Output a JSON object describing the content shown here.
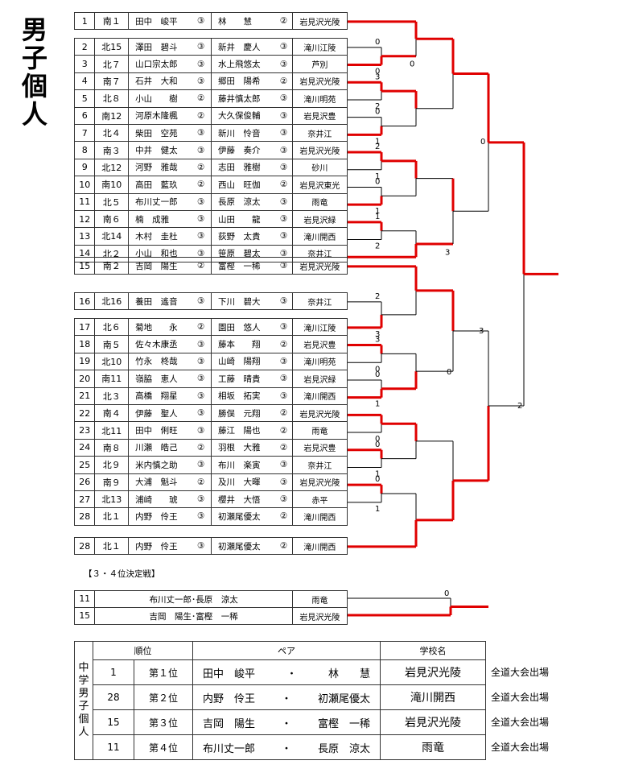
{
  "title_chars": [
    "男",
    "子",
    "個",
    "人"
  ],
  "entries": [
    {
      "no": "1",
      "seed": "南１",
      "p1": "田中　峻平",
      "g1": "③",
      "p2": "林　　慧",
      "g2": "②",
      "school": "岩見沢光陵"
    },
    {
      "no": "2",
      "seed": "北15",
      "p1": "澤田　碧斗",
      "g1": "③",
      "p2": "新井　慶人",
      "g2": "③",
      "school": "滝川江陵"
    },
    {
      "no": "3",
      "seed": "北７",
      "p1": "山口宗太郎",
      "g1": "③",
      "p2": "水上飛悠太",
      "g2": "③",
      "school": "芦別"
    },
    {
      "no": "4",
      "seed": "南７",
      "p1": "石井　大和",
      "g1": "③",
      "p2": "郷田　陽希",
      "g2": "②",
      "school": "岩見沢光陵"
    },
    {
      "no": "5",
      "seed": "北８",
      "p1": "小山　　樹",
      "g1": "②",
      "p2": "藤井慎太郎",
      "g2": "③",
      "school": "滝川明苑"
    },
    {
      "no": "6",
      "seed": "南12",
      "p1": "河原木隆楓",
      "g1": "②",
      "p2": "大久保俊輔",
      "g2": "③",
      "school": "岩見沢豊"
    },
    {
      "no": "7",
      "seed": "北４",
      "p1": "柴田　空苑",
      "g1": "③",
      "p2": "新川　怜音",
      "g2": "③",
      "school": "奈井江"
    },
    {
      "no": "8",
      "seed": "南３",
      "p1": "中井　健太",
      "g1": "③",
      "p2": "伊藤　奏介",
      "g2": "③",
      "school": "岩見沢光陵"
    },
    {
      "no": "9",
      "seed": "北12",
      "p1": "河野　雅哉",
      "g1": "②",
      "p2": "志田　雅樹",
      "g2": "③",
      "school": "砂川"
    },
    {
      "no": "10",
      "seed": "南10",
      "p1": "高田　藍玖",
      "g1": "②",
      "p2": "西山　旺伽",
      "g2": "②",
      "school": "岩見沢東光"
    },
    {
      "no": "11",
      "seed": "北５",
      "p1": "布川丈一郎",
      "g1": "③",
      "p2": "長原　涼太",
      "g2": "③",
      "school": "雨竜"
    },
    {
      "no": "12",
      "seed": "南６",
      "p1": "楠　成雅",
      "g1": "③",
      "p2": "山田　　龍",
      "g2": "③",
      "school": "岩見沢緑"
    },
    {
      "no": "13",
      "seed": "北14",
      "p1": "木村　圭杜",
      "g1": "③",
      "p2": "荻野　太貴",
      "g2": "③",
      "school": "滝川開西"
    },
    {
      "no": "14",
      "seed": "北２",
      "p1": "小山　和也",
      "g1": "③",
      "p2": "笹原　碧太",
      "g2": "③",
      "school": "奈井江"
    },
    {
      "no": "15",
      "seed": "南２",
      "p1": "吉岡　陽生",
      "g1": "②",
      "p2": "富樫　一稀",
      "g2": "③",
      "school": "岩見沢光陵"
    },
    {
      "no": "16",
      "seed": "北16",
      "p1": "養田　遙音",
      "g1": "③",
      "p2": "下川　碧大",
      "g2": "③",
      "school": "奈井江"
    },
    {
      "no": "17",
      "seed": "北６",
      "p1": "菊地　　永",
      "g1": "②",
      "p2": "園田　悠人",
      "g2": "③",
      "school": "滝川江陵"
    },
    {
      "no": "18",
      "seed": "南５",
      "p1": "佐々木康丞",
      "g1": "③",
      "p2": "藤本　　翔",
      "g2": "②",
      "school": "岩見沢豊"
    },
    {
      "no": "19",
      "seed": "北10",
      "p1": "竹永　柊哉",
      "g1": "③",
      "p2": "山崎　陽翔",
      "g2": "③",
      "school": "滝川明苑"
    },
    {
      "no": "20",
      "seed": "南11",
      "p1": "嶺脇　恵人",
      "g1": "③",
      "p2": "工藤　晴貴",
      "g2": "③",
      "school": "岩見沢緑"
    },
    {
      "no": "21",
      "seed": "北３",
      "p1": "高橋　翔星",
      "g1": "③",
      "p2": "相坂　拓実",
      "g2": "③",
      "school": "滝川開西"
    },
    {
      "no": "22",
      "seed": "南４",
      "p1": "伊藤　聖人",
      "g1": "③",
      "p2": "勝俣　元翔",
      "g2": "②",
      "school": "岩見沢光陵"
    },
    {
      "no": "23",
      "seed": "北11",
      "p1": "田中　俐旺",
      "g1": "③",
      "p2": "藤江　陽也",
      "g2": "②",
      "school": "雨竜"
    },
    {
      "no": "24",
      "seed": "南８",
      "p1": "川瀬　皓己",
      "g1": "②",
      "p2": "羽根　大雅",
      "g2": "②",
      "school": "岩見沢豊"
    },
    {
      "no": "25",
      "seed": "北９",
      "p1": "米内慎之助",
      "g1": "③",
      "p2": "布川　楽寅",
      "g2": "③",
      "school": "奈井江"
    },
    {
      "no": "26",
      "seed": "南９",
      "p1": "大浦　魁斗",
      "g1": "②",
      "p2": "及川　大暉",
      "g2": "③",
      "school": "岩見沢光陵"
    },
    {
      "no": "27",
      "seed": "北13",
      "p1": "浦崎　　琥",
      "g1": "③",
      "p2": "櫻井　大悟",
      "g2": "③",
      "school": "赤平"
    },
    {
      "no": "28",
      "seed": "北１",
      "p1": "内野　伶王",
      "g1": "③",
      "p2": "初瀬尾優太",
      "g2": "②",
      "school": "滝川開西"
    }
  ],
  "scores": {
    "m2_3": {
      "top": "0",
      "bot": "0"
    },
    "m4_5": {
      "top": "3",
      "bot": "2"
    },
    "m6_7": {
      "top": "0",
      "bot": "1"
    },
    "m8_9": {
      "top": "2",
      "bot": "1"
    },
    "m10_11": {
      "top": "0",
      "bot": "1"
    },
    "m12_13": {
      "top": "1",
      "bot": "2"
    },
    "q_a": {
      "bot": "0"
    },
    "q_b": {
      "bot": "3"
    },
    "s_top": {
      "val": "0"
    },
    "m16_17": {
      "top": "2",
      "bot": "3"
    },
    "m18_19": {
      "top": "3",
      "bot": "0"
    },
    "m20_21": {
      "top": "0",
      "bot": "1"
    },
    "m22_23": {
      "bot": "0"
    },
    "m24_25": {
      "top": "0",
      "bot": "1"
    },
    "m26_27": {
      "top": "0",
      "bot": "1"
    },
    "q_c": {
      "val": "3"
    },
    "q_d": {
      "val": "0"
    },
    "s_bot": {
      "val": "2"
    },
    "third": {
      "val": "0"
    }
  },
  "third_place_label": "【３・４位決定戦】",
  "third_place": [
    {
      "no": "11",
      "pair": "布川丈一郎･長原　涼太",
      "school": "雨竜"
    },
    {
      "no": "15",
      "pair": "吉岡　陽生･富樫　一稀",
      "school": "岩見沢光陵"
    }
  ],
  "results": {
    "side_label": [
      "中",
      "学",
      "男",
      "子",
      "個",
      "人"
    ],
    "headers": {
      "rank": "順位",
      "pair": "ペア",
      "school": "学校名"
    },
    "rows": [
      {
        "no": "1",
        "rank": "第１位",
        "p1": "田中　峻平",
        "dot": "・",
        "p2": "林　　慧",
        "school": "岩見沢光陵",
        "note": "全道大会出場"
      },
      {
        "no": "28",
        "rank": "第２位",
        "p1": "内野　伶王",
        "dot": "・",
        "p2": "初瀬尾優太",
        "school": "滝川開西",
        "note": "全道大会出場"
      },
      {
        "no": "15",
        "rank": "第３位",
        "p1": "吉岡　陽生",
        "dot": "・",
        "p2": "富樫　一稀",
        "school": "岩見沢光陵",
        "note": "全道大会出場"
      },
      {
        "no": "11",
        "rank": "第４位",
        "p1": "布川丈一郎",
        "dot": "・",
        "p2": "長原　涼太",
        "school": "雨竜",
        "note": "全道大会出場"
      }
    ]
  },
  "colors": {
    "winner_line": "#e00000",
    "loser_line": "#000000"
  }
}
